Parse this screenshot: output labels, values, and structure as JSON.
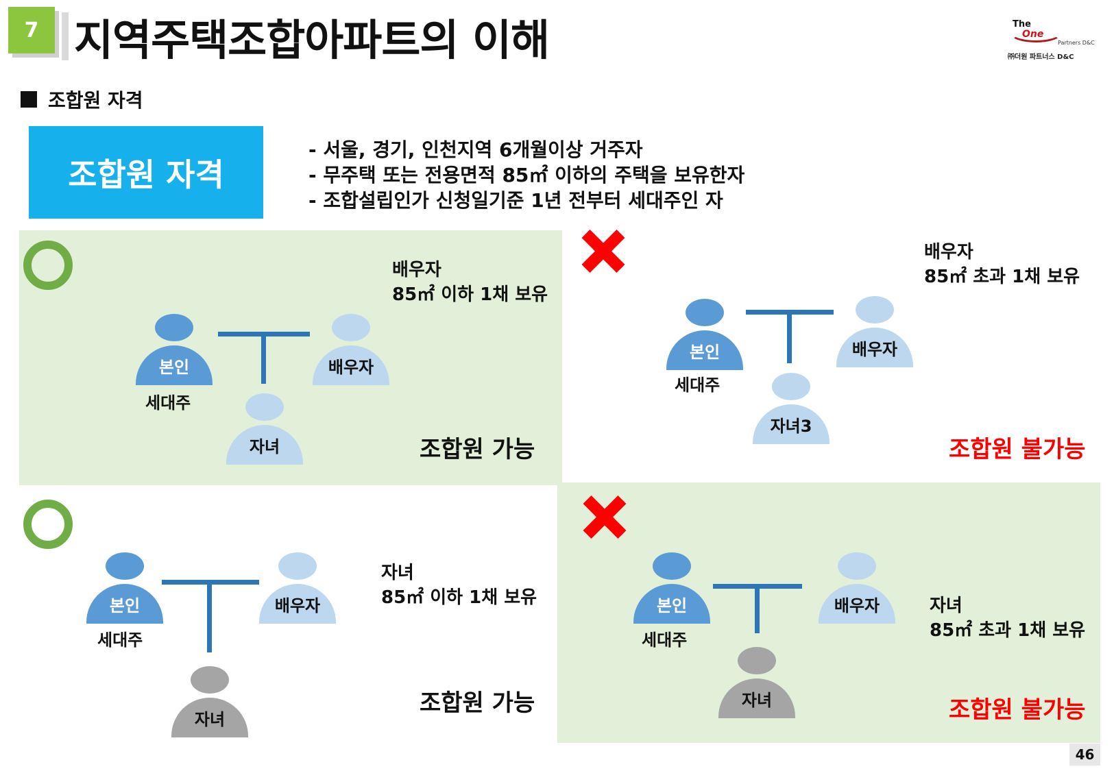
{
  "header": {
    "number": "7",
    "title": "지역주택조합아파트의 이해",
    "logo": {
      "line1": "The",
      "line2": "One",
      "line3": "Partners D&C",
      "line4": "㈜더원 파트너스 D&C"
    }
  },
  "section": {
    "title": "조합원 자격"
  },
  "qualification": {
    "box_label": "조합원 자격",
    "items": [
      "- 서울, 경기, 인천지역 6개월이상 거주자",
      "- 무주택 또는 전용면적 85㎡ 이하의 주택을 보유한자",
      "- 조합설립인가 신청일기준 1년 전부터 세대주인 자"
    ]
  },
  "cases": [
    {
      "mark": "o-mark-icon",
      "self": "본인",
      "head_of_household": "세대주",
      "spouse": "배우자",
      "child": "자녀",
      "note_line1": "배우자",
      "note_line2": "85㎡ 이하 1채 보유",
      "result": "조합원 가능"
    },
    {
      "mark": "x-mark-icon",
      "self": "본인",
      "head_of_household": "세대주",
      "spouse": "배우자",
      "child": "자녀3",
      "note_line1": "배우자",
      "note_line2": "85㎡ 초과 1채 보유",
      "result": "조합원 불가능"
    },
    {
      "mark": "o-mark-icon",
      "self": "본인",
      "head_of_household": "세대주",
      "spouse": "배우자",
      "child": "자녀",
      "note_line1": "자녀",
      "note_line2": "85㎡ 이하 1채 보유",
      "result": "조합원 가능"
    },
    {
      "mark": "x-mark-icon",
      "self": "본인",
      "head_of_household": "세대주",
      "spouse": "배우자",
      "child": "자녀",
      "note_line1": "자녀",
      "note_line2": "85㎡ 초과 1채 보유",
      "result": "조합원 불가능"
    }
  ],
  "colors": {
    "green_accent": "#8cc63f",
    "qual_box": "#16b1ec",
    "panel": "#e2efd9",
    "person_dark": "#5b9bd5",
    "person_light": "#bdd7ee",
    "person_gray": "#a5a5a5",
    "connector": "#2e75b6",
    "ok": "#70ad47",
    "no": "#ff0000"
  },
  "page_number": "46"
}
